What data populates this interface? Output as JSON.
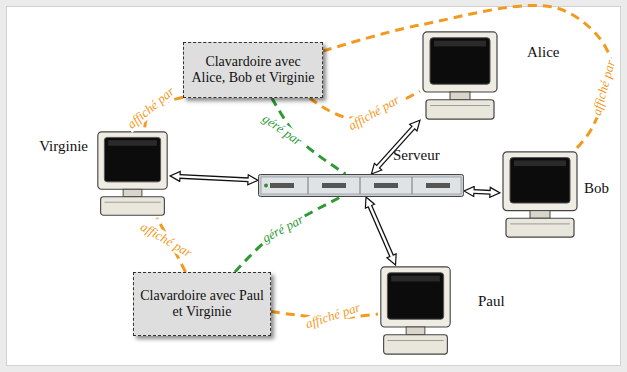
{
  "diagram": {
    "nodes": [
      {
        "text": [
          "Clavardoire avec Alice, Bob et Virginie"
        ]
      },
      {
        "text": [
          "Alice"
        ]
      },
      {
        "text": [
          "Virginie"
        ]
      },
      {
        "text": [
          "Serveur"
        ]
      },
      {
        "text": [
          "Bob"
        ]
      },
      {
        "text": [
          "Clavardoire avec Paul et Virginie"
        ]
      },
      {
        "text": [
          "Paul"
        ]
      }
    ],
    "edges": [
      {
        "from": 2,
        "to": 3,
        "arrow": "both"
      },
      {
        "from": 1,
        "to": 3,
        "arrow": "both"
      },
      {
        "from": 4,
        "to": 3,
        "arrow": "both"
      },
      {
        "from": 6,
        "to": 3,
        "arrow": "both"
      },
      {
        "from": 0,
        "to": 3,
        "label": "géré par",
        "arrow": "none"
      },
      {
        "from": 5,
        "to": 3,
        "label": "géré par",
        "arrow": "none"
      },
      {
        "from": 0,
        "to": 2,
        "label": "affiché par",
        "arrow": "none"
      },
      {
        "from": 0,
        "to": 1,
        "label": "affiché par",
        "arrow": "none"
      },
      {
        "from": 0,
        "to": 4,
        "label": "affiché par",
        "arrow": "none"
      },
      {
        "from": 5,
        "to": 2,
        "label": "affiché par",
        "arrow": "none"
      },
      {
        "from": 5,
        "to": 6,
        "label": "affiché par",
        "arrow": "none"
      }
    ]
  }
}
